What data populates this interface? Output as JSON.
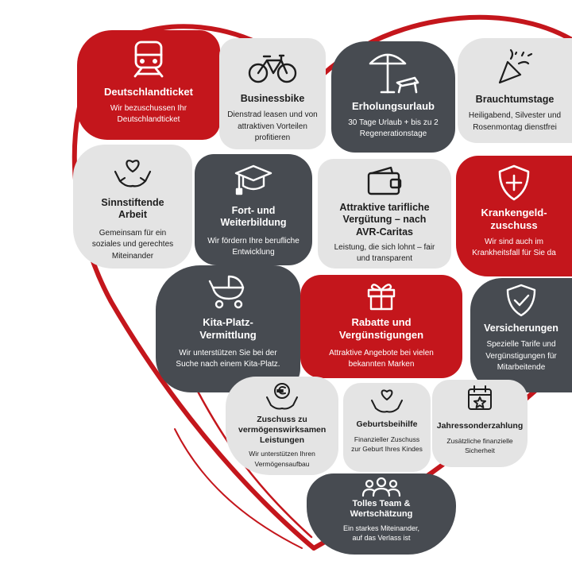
{
  "tiles": {
    "deutschlandticket": {
      "title": "Deutschlandticket",
      "desc": "Wir bezuschussen Ihr Deutschlandticket",
      "icon": "train-icon"
    },
    "businessbike": {
      "title": "Businessbike",
      "desc": "Dienstrad leasen und von attraktiven Vorteilen profitieren",
      "icon": "bicycle-icon"
    },
    "erholungsurlaub": {
      "title": "Erholungsurlaub",
      "desc": "30 Tage Urlaub + bis zu 2 Regenerationstage",
      "icon": "beach-umbrella-icon"
    },
    "brauchtumstage": {
      "title": "Brauchtumstage",
      "desc": "Heiligabend, Silvester und Rosenmontag dienstfrei",
      "icon": "party-popper-icon"
    },
    "sinnstiftende": {
      "title": "Sinnstiftende Arbeit",
      "desc": "Gemeinsam für ein soziales und gerechtes Miteinander",
      "icon": "heart-in-hands-icon"
    },
    "fortbildung": {
      "title": "Fort- und Weiterbildung",
      "desc": "Wir fördern Ihre berufliche Entwicklung",
      "icon": "graduation-cap-icon"
    },
    "verguetung": {
      "title": "Attraktive tarifliche Vergütung – nach AVR-Caritas",
      "desc": "Leistung, die sich lohnt – fair und transparent",
      "icon": "wallet-icon"
    },
    "krankengeld": {
      "title": "Krankengeld-zuschuss",
      "desc": "Wir sind auch im Krankheitsfall für Sie da",
      "icon": "shield-plus-icon"
    },
    "kita": {
      "title": "Kita-Platz-Vermittlung",
      "desc": "Wir unterstützen Sie bei der Suche nach einem Kita-Platz.",
      "icon": "stroller-icon"
    },
    "rabatte": {
      "title": "Rabatte und Vergünstigungen",
      "desc": "Attraktive Angebote bei vielen bekannten Marken",
      "icon": "gift-icon"
    },
    "versicherungen": {
      "title": "Versicherungen",
      "desc": "Spezielle Tarife und Vergünstigungen für Mitarbeitende",
      "icon": "shield-check-icon"
    },
    "vermoegen": {
      "title": "Zuschuss zu vermögenswirksamen Leistungen",
      "desc": "Wir unterstützen Ihren Vermögensaufbau",
      "icon": "euro-coin-hands-icon"
    },
    "geburt": {
      "title": "Geburtsbeihilfe",
      "desc": "Finanzieller Zuschuss zur Geburt Ihres Kindes",
      "icon": "heart-hands-icon"
    },
    "jahressonder": {
      "title": "Jahressonderzahlung",
      "desc": "Zusätzliche finanzielle Sicherheit",
      "icon": "calendar-star-icon"
    },
    "team": {
      "title": "Tolles Team & Wertschätzung",
      "desc": "Ein starkes Miteinander, auf das Verlass ist",
      "icon": "team-icon"
    }
  },
  "colors": {
    "red": "#c4161c",
    "dark": "#474b51",
    "light": "#e4e4e4",
    "outline": "#c4161c"
  }
}
